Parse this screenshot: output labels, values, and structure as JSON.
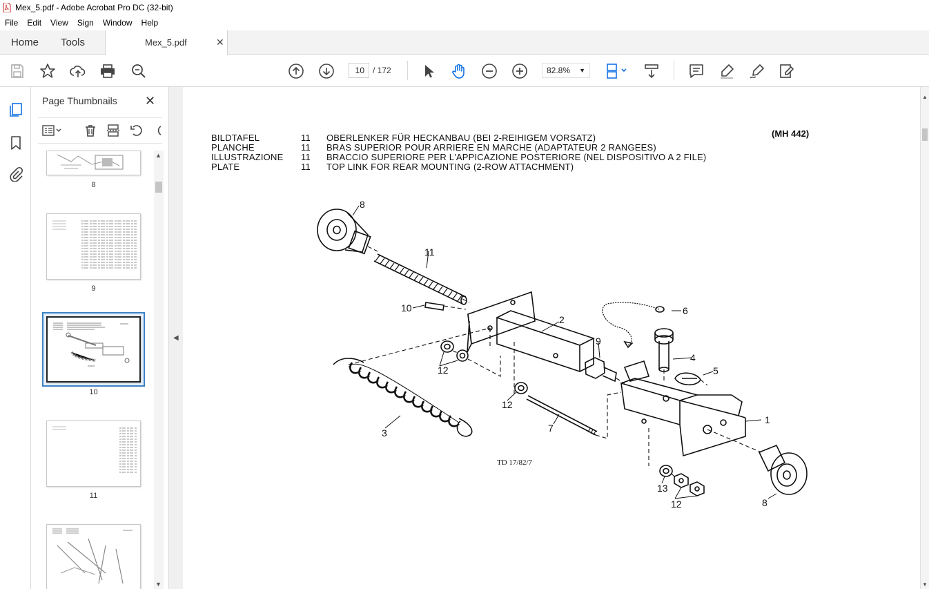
{
  "window": {
    "title": "Mex_5.pdf - Adobe Acrobat Pro DC (32-bit)"
  },
  "menu": [
    "File",
    "Edit",
    "View",
    "Sign",
    "Window",
    "Help"
  ],
  "tabs": {
    "home": "Home",
    "tools": "Tools",
    "document": "Mex_5.pdf"
  },
  "toolbar": {
    "current_page": "10",
    "total_pages": "/ 172",
    "zoom": "82.8%"
  },
  "thumbnails": {
    "title": "Page Thumbnails",
    "pages": [
      "8",
      "9",
      "10",
      "11"
    ],
    "selected": "10"
  },
  "document": {
    "header_rows": [
      {
        "label": "BILDTAFEL",
        "num": "11",
        "text": "OBERLENKER FÜR HECKANBAU (BEI 2-REIHIGEM VORSATZ)"
      },
      {
        "label": "PLANCHE",
        "num": "11",
        "text": "BRAS SUPERIOR POUR ARRIERE EN MARCHE (ADAPTATEUR  2 RANGEES)"
      },
      {
        "label": "ILLUSTRAZIONE",
        "num": "11",
        "text": "BRACCIO SUPERIORE PER L'APPICAZIONE POSTERIORE (NEL DISPOSITIVO A 2 FILE)"
      },
      {
        "label": "PLATE",
        "num": "11",
        "text": "TOP LINK FOR REAR MOUNTING (2-ROW ATTACHMENT)"
      }
    ],
    "code": "(MH 442)",
    "callouts": [
      "8",
      "11",
      "10",
      "2",
      "6",
      "9",
      "4",
      "5",
      "12",
      "12",
      "3",
      "7",
      "1",
      "13",
      "12",
      "8"
    ],
    "drawing_ref": "TD 17/82/7"
  }
}
